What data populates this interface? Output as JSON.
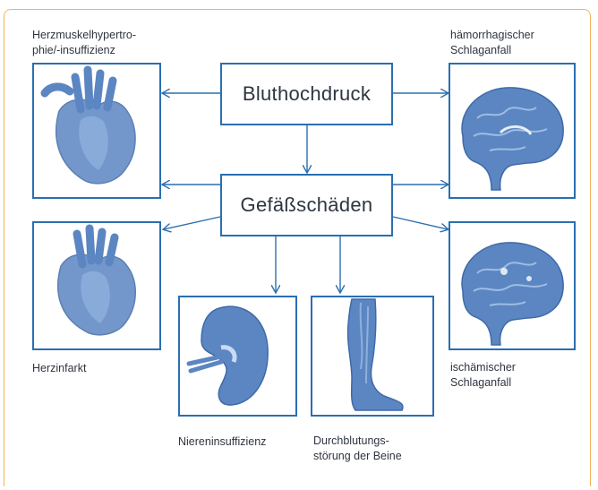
{
  "nodes": {
    "bluthochdruck": "Bluthochdruck",
    "gefaessschaeden": "Gefäßschäden"
  },
  "labels": {
    "hypertrophy": "Herzmuskelhypertro-\nphie/-insuffizienz",
    "hemorrhagic": "hämorrhagischer\nSchlaganfall",
    "infarct": "Herzinfarkt",
    "ischemic": "ischämischer\nSchlaganfall",
    "kidney": "Niereninsuffizienz",
    "legs": "Durchblutungs-\nstörung der Beine"
  },
  "colors": {
    "frame": "#f3b25a",
    "box": "#2a6fb0",
    "arrow": "#2a6fb0",
    "illustration": "#5b86c2"
  },
  "icons": [
    "heart-icon",
    "brain-icon",
    "kidney-icon",
    "leg-icon"
  ]
}
